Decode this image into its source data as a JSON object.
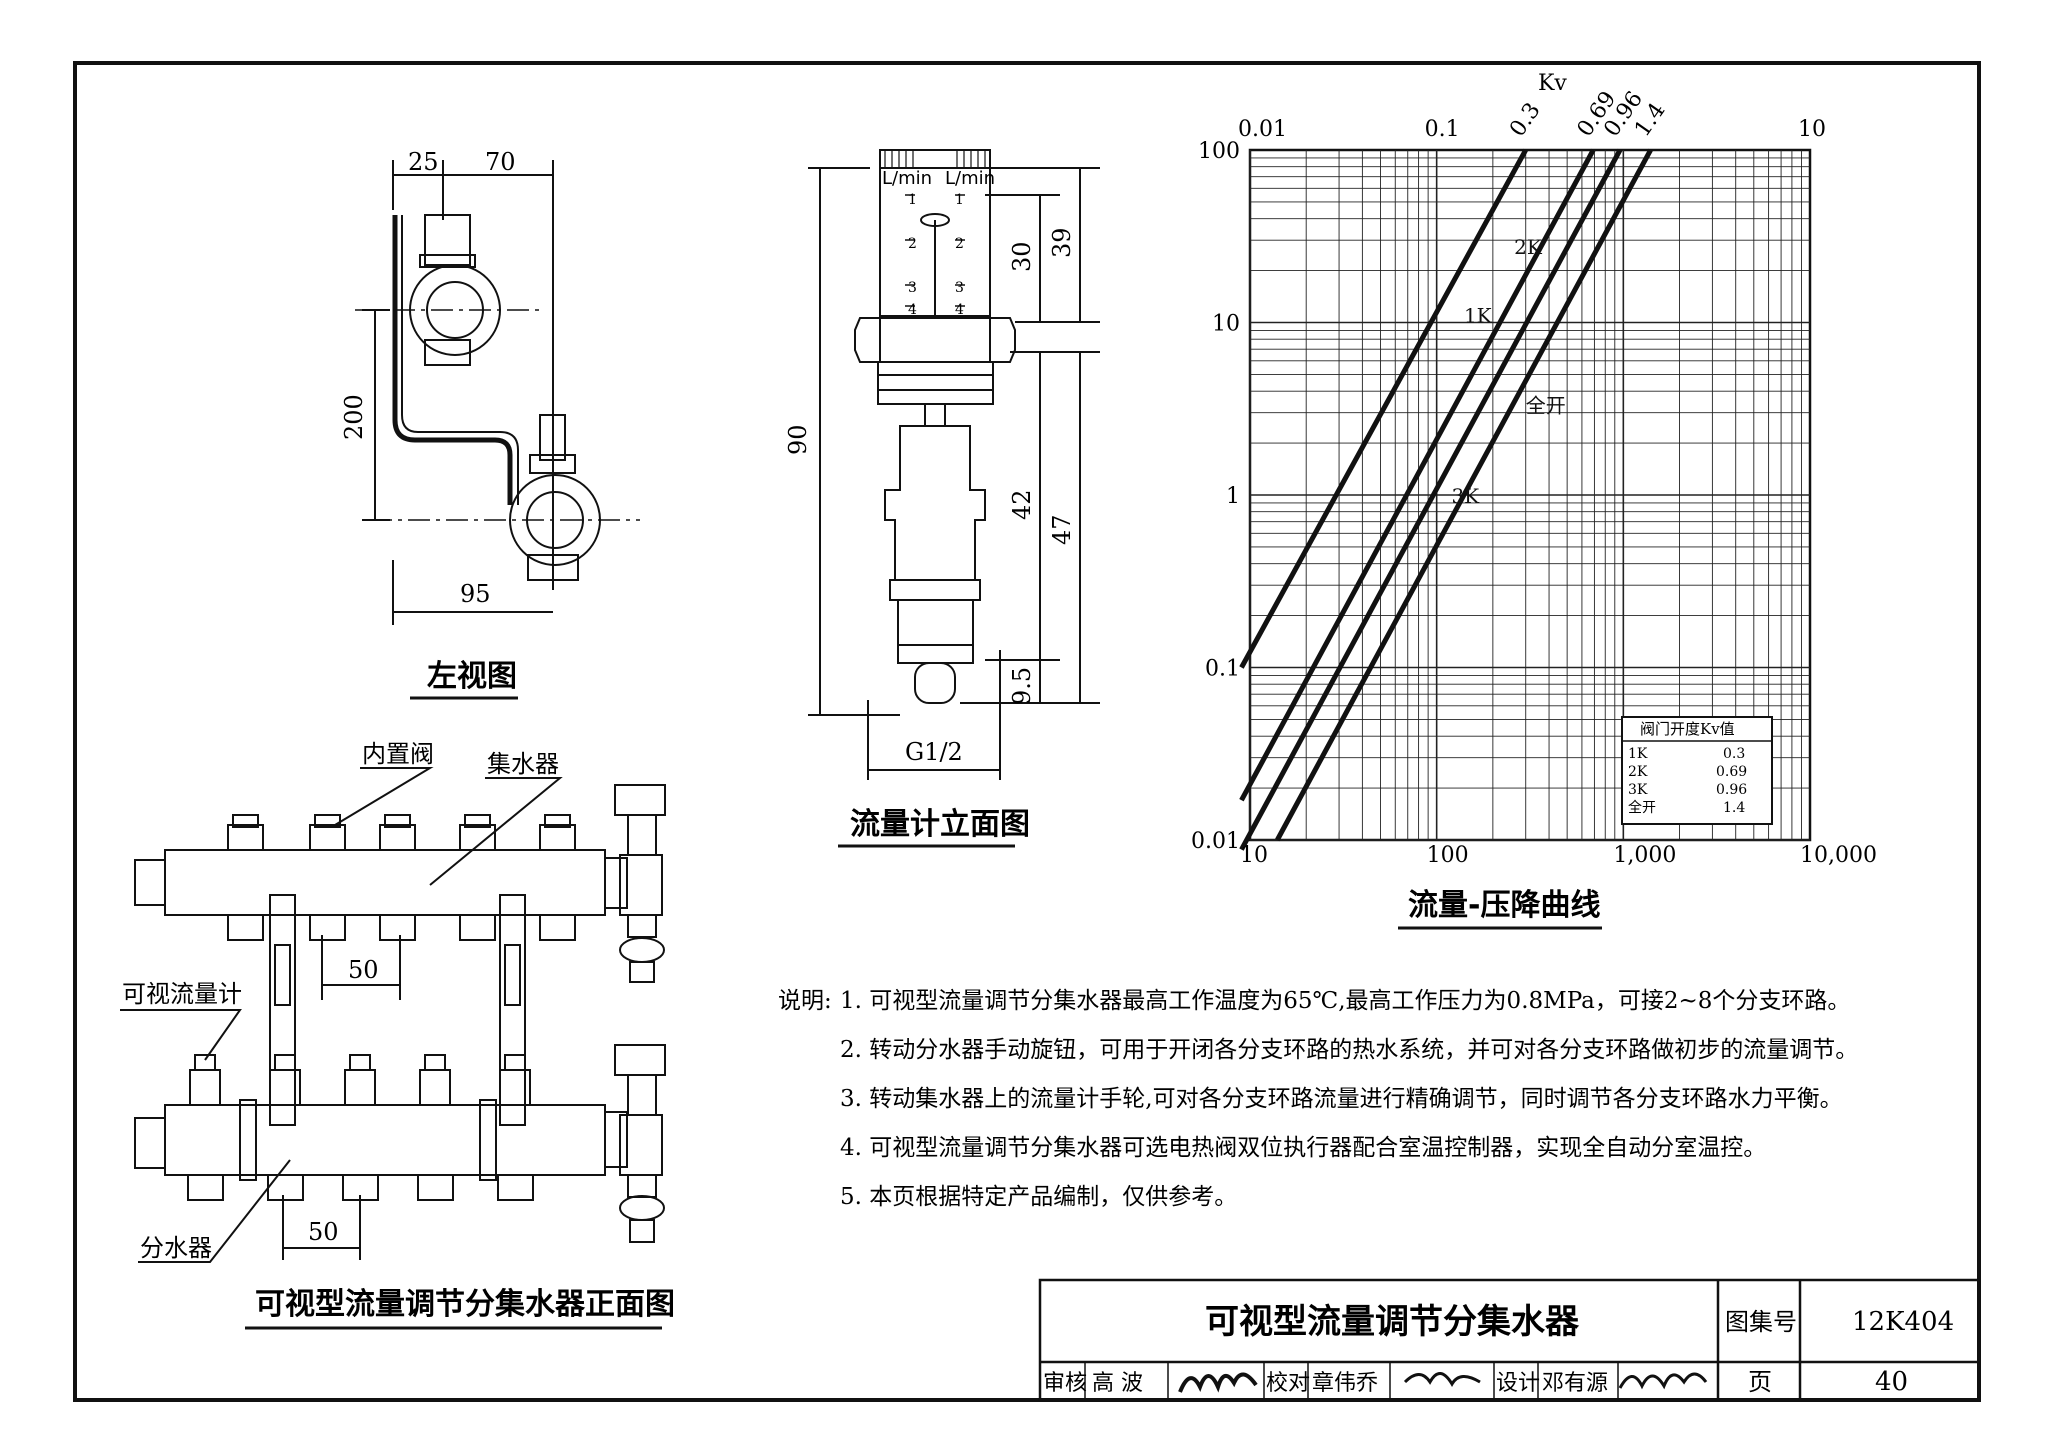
{
  "views": {
    "left_view": {
      "caption": "左视图",
      "dims": {
        "top_a": "25",
        "top_b": "70",
        "height": "200",
        "bottom": "95"
      }
    },
    "meter": {
      "caption": "流量计立面图",
      "unit_left": "L/min",
      "unit_right": "L/min",
      "scale": [
        "1",
        "2",
        "3",
        "4"
      ],
      "dims": {
        "d30": "30",
        "d39": "39",
        "d90": "90",
        "d42": "42",
        "d47": "47",
        "d95": "9.5",
        "thread": "G1/2"
      }
    },
    "front": {
      "caption": "可视型流量调节分集水器正面图",
      "labels": {
        "valve": "内置阀",
        "collector": "集水器",
        "meter": "可视流量计",
        "distributor": "分水器"
      },
      "dims": {
        "pitch_top": "50",
        "pitch_bottom": "50"
      }
    }
  },
  "chart_data": {
    "type": "line",
    "title": "流量-压降曲线",
    "top_axis_label": "Kv",
    "x_ticks": [
      "10",
      "100",
      "1,000",
      "10,000"
    ],
    "y_ticks": [
      "100",
      "10",
      "1",
      "0.1",
      "0.01"
    ],
    "top_ticks": [
      "0.01",
      "0.1",
      "0.3",
      "0.69",
      "0.96",
      "1.4",
      "10"
    ],
    "xscale": "log",
    "yscale": "log",
    "xlim": [
      10,
      10000
    ],
    "ylim": [
      0.01,
      100
    ],
    "grid": true,
    "series": [
      {
        "name": "1K",
        "kv": 0.3,
        "x": [
          9,
          300
        ],
        "y": [
          0.1,
          100
        ]
      },
      {
        "name": "2K",
        "kv": 0.69,
        "x": [
          9,
          690
        ],
        "y": [
          0.017,
          100
        ]
      },
      {
        "name": "3K",
        "kv": 0.96,
        "x": [
          9,
          960
        ],
        "y": [
          0.0088,
          100
        ]
      },
      {
        "name": "全开",
        "kv": 1.4,
        "x": [
          14,
          1400
        ],
        "y": [
          0.01,
          100
        ]
      }
    ],
    "legend": {
      "title": "阀门开度Kv值",
      "rows": [
        {
          "k": "1K",
          "v": "0.3"
        },
        {
          "k": "2K",
          "v": "0.69"
        },
        {
          "k": "3K",
          "v": "0.96"
        },
        {
          "k": "全开",
          "v": "1.4"
        }
      ]
    }
  },
  "notes": {
    "prefix": "说明:",
    "items": [
      "1. 可视型流量调节分集水器最高工作温度为65℃,最高工作压力为0.8MPa，可接2~8个分支环路。",
      "2. 转动分水器手动旋钮，可用于开闭各分支环路的热水系统，并可对各分支环路做初步的流量调节。",
      "3. 转动集水器上的流量计手轮,可对各分支环路流量进行精确调节，同时调节各分支环路水力平衡。",
      "4. 可视型流量调节分集水器可选电热阀双位执行器配合室温控制器，实现全自动分室温控。",
      "5. 本页根据特定产品编制，仅供参考。"
    ]
  },
  "title_block": {
    "title": "可视型流量调节分集水器",
    "atlas_label": "图集号",
    "atlas_no": "12K404",
    "page_label": "页",
    "page_no": "40",
    "review_label": "审核",
    "review_name": "高  波",
    "check_label": "校对",
    "check_name": "章伟乔",
    "design_label": "设计",
    "design_name": "邓有源"
  }
}
